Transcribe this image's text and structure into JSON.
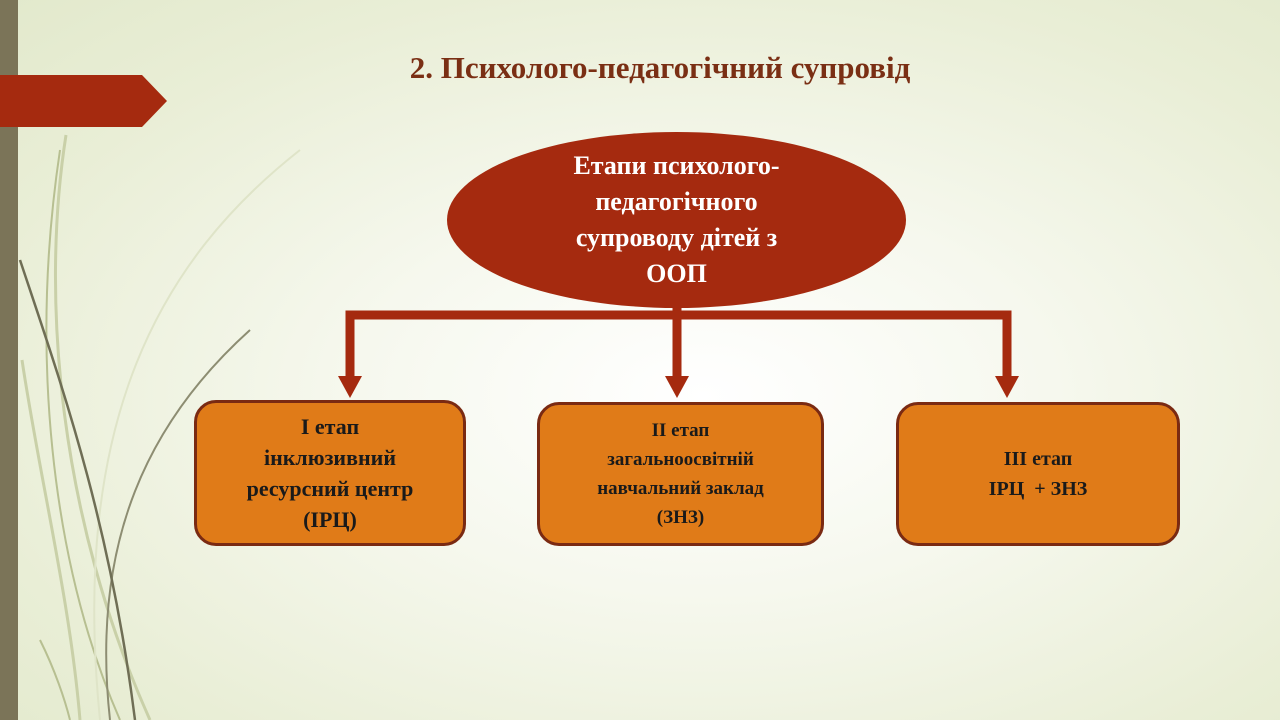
{
  "title": "2. Психолого-педагогічний супровід",
  "center": {
    "lines": [
      "Етапи психолого-",
      "педагогічного",
      "супроводу дітей з",
      "ООП"
    ]
  },
  "stages": [
    {
      "lines": [
        "І етап",
        "інклюзивний",
        "ресурсний центр",
        "(ІРЦ)"
      ]
    },
    {
      "lines": [
        "ІІ етап",
        "загальноосвітній",
        "навчальний заклад",
        "(ЗНЗ)"
      ]
    },
    {
      "lines": [
        "ІІІ етап",
        "ІРЦ  + ЗНЗ"
      ]
    }
  ],
  "colors": {
    "accent_dark": "#a52a0f",
    "stage_fill": "#e07b18",
    "stage_border": "#7a2a12",
    "title_color": "#7a2f14"
  }
}
